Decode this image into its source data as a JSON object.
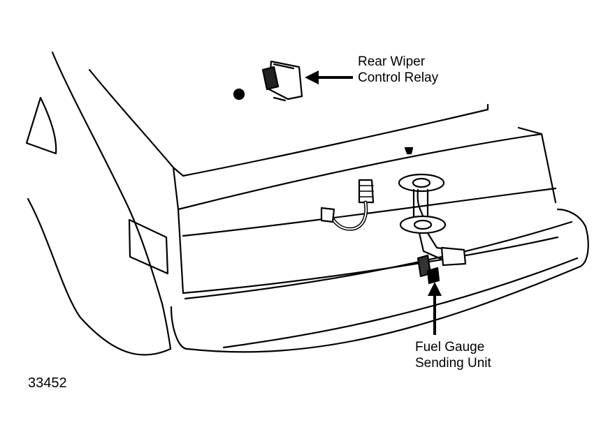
{
  "labels": {
    "relay": {
      "line1": "Rear Wiper",
      "line2": "Control Relay"
    },
    "fuel": {
      "line1": "Fuel Gauge",
      "line2": "Sending Unit"
    }
  },
  "figure_number": "33452",
  "colors": {
    "ink": "#000000",
    "paper": "#ffffff"
  }
}
